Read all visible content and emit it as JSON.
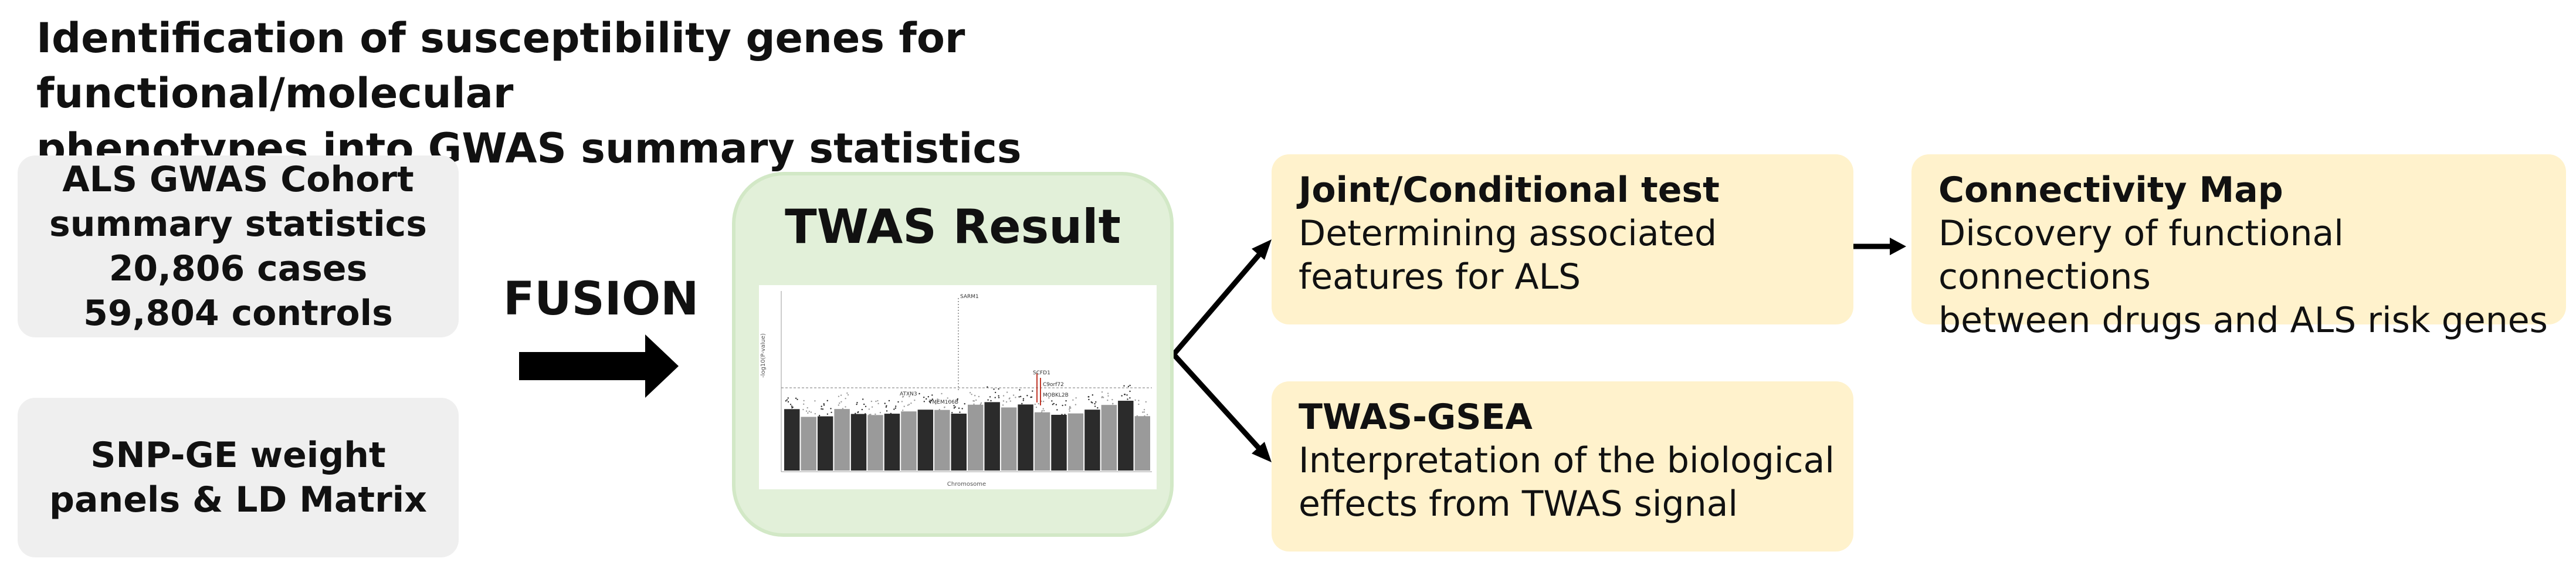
{
  "title": {
    "line1": "Identification of susceptibility genes for functional/molecular",
    "line2": "phenotypes into GWAS summary statistics"
  },
  "inputs": {
    "cohort": {
      "lines": [
        "ALS GWAS Cohort",
        "summary statistics",
        "20,806 cases",
        "59,804 controls"
      ]
    },
    "panels": {
      "lines": [
        "SNP-GE weight",
        "panels & LD Matrix"
      ]
    }
  },
  "fusion_label": "FUSION",
  "twas": {
    "title": "TWAS Result",
    "plot": {
      "xlabel": "Chromosome",
      "ylabel": "-log10(P-value)",
      "gene_labels": [
        "SARM1",
        "ATXN3",
        "TMEM106B",
        "SCFD1",
        "C9orf72",
        "MOBKL2B"
      ]
    }
  },
  "steps": {
    "joint": {
      "heading": "Joint/Conditional test",
      "body": [
        "Determining associated",
        "features for ALS"
      ]
    },
    "gsea": {
      "heading": "TWAS-GSEA",
      "body": [
        "Interpretation of the biological",
        "effects from TWAS signal"
      ]
    },
    "cmap": {
      "heading": "Connectivity Map",
      "body": [
        "Discovery of functional connections",
        "between drugs and ALS risk genes"
      ]
    }
  },
  "colors": {
    "input_box": "#efefef",
    "twas_box": "#e2f0d9",
    "step_box": "#fff2cc",
    "arrow": "#000000",
    "manhattan_dark": "#2b2b2b",
    "manhattan_light": "#9a9a9a"
  }
}
